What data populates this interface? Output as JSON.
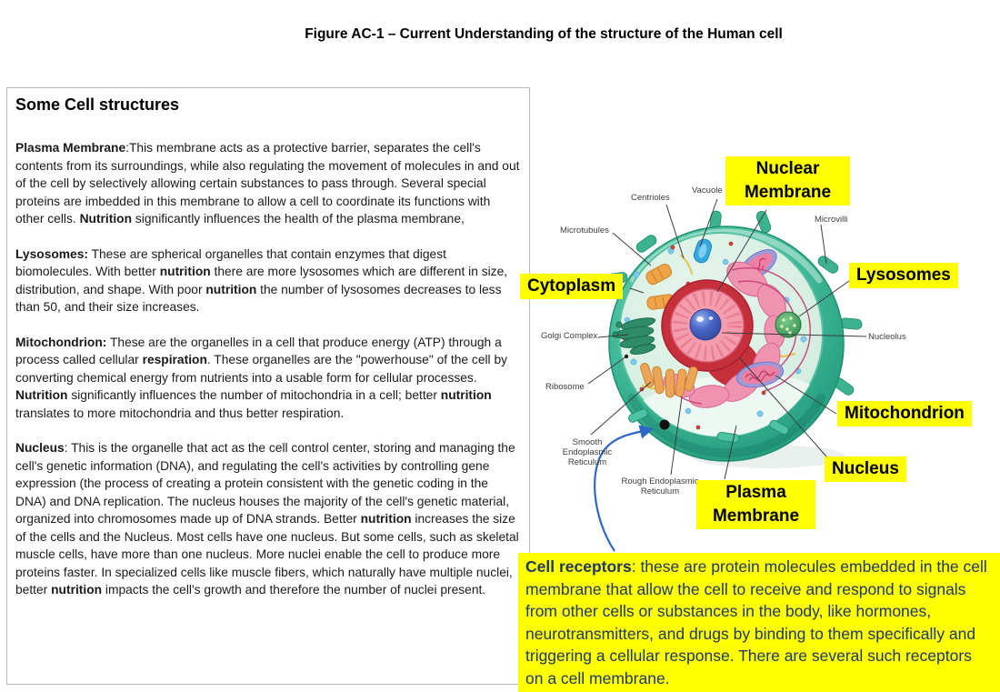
{
  "title": "Figure AC-1 – Current Understanding of the structure of the Human cell",
  "colors": {
    "highlight_yellow": "#ffff00",
    "receptor_text_blue": "#1f3864",
    "membrane_teal": "#3db795",
    "cytoplasm_mint": "#d9efe2",
    "arrow_blue": "#2f67c9",
    "leader_line_gray": "#3d3d3d"
  },
  "panel": {
    "heading": "Some Cell structures",
    "paragraphs": [
      {
        "id": "plasma-membrane",
        "segments": [
          [
            "Plasma Membrane",
            true
          ],
          [
            ":This membrane acts as a protective barrier, separates the cell's contents from its surroundings, while also regulating the movement of molecules in and out of the cell by selectively allowing certain substances to pass through. Several special proteins are imbedded in this membrane to allow a cell to coordinate its functions with other cells. ",
            false
          ],
          [
            "Nutrition",
            true
          ],
          [
            " significantly influences the health of the plasma membrane,",
            false
          ]
        ]
      },
      {
        "id": "lysosomes",
        "segments": [
          [
            "Lysosomes:",
            true
          ],
          [
            " These are spherical organelles that contain  enzymes that digest biomolecules. With better ",
            false
          ],
          [
            "nutrition",
            true
          ],
          [
            " there are more lysosomes which are different in size, distribution, and shape. With poor ",
            false
          ],
          [
            "nutrition",
            true
          ],
          [
            " the number of lysosomes decreases to less than 50, and their size increases.",
            false
          ]
        ]
      },
      {
        "id": "mitochondrion",
        "segments": [
          [
            "Mitochondrion:",
            true
          ],
          [
            " These are the organelles in a cell that produce energy (ATP) through a process called cellular ",
            false
          ],
          [
            "respiration",
            true
          ],
          [
            ". These organelles are the \"powerhouse\" of the cell by converting chemical energy from nutrients into a usable form for cellular processes. ",
            false
          ],
          [
            "Nutrition",
            true
          ],
          [
            " significantly influences the number of mitochondria in a cell;  better ",
            false
          ],
          [
            "nutrition",
            true
          ],
          [
            " translates to more mitochondria and thus better respiration.",
            false
          ]
        ]
      },
      {
        "id": "nucleus",
        "segments": [
          [
            "Nucleus",
            true
          ],
          [
            ": This is the organelle that act as the cell control center, storing and managing the cell's genetic information (DNA), and regulating the cell's activities by controlling gene expression (the process of creating a protein consistent with the genetic coding in the DNA)  and DNA replication. The nucleus houses the majority of the cell's genetic material, organized into chromosomes made up of DNA strands. Better ",
            false
          ],
          [
            "nutrition",
            true
          ],
          [
            " increases the size of the cells and the Nucleus. Most cells have one nucleus. But some cells, such as skeletal muscle cells, have more than one nucleus.  More nuclei enable the cell to produce more proteins faster. In specialized cells like muscle fibers, which naturally have multiple nuclei, better ",
            false
          ],
          [
            "nutrition",
            true
          ],
          [
            " impacts the cell's growth and therefore the number of nuclei present.",
            false
          ]
        ]
      }
    ]
  },
  "diagram": {
    "highlight_labels": {
      "nuclear_membrane": "Nuclear\nMembrane",
      "cytoplasm": "Cytoplasm",
      "lysosomes": "Lysosomes",
      "mitochondrion": "Mitochondrion",
      "nucleus": "Nucleus",
      "plasma_membrane": "Plasma\nMembrane"
    },
    "part_labels": {
      "microtubules": "Microtubules",
      "centrioles": "Centrioles",
      "vacuole": "Vacuole",
      "microvilli": "Microvilli",
      "golgi_complex": "Golgi Complex",
      "nucleolus": "Nucleolus",
      "ribosome": "Ribosome",
      "smooth_er": "Smooth\nEndoplasmic\nReticulum",
      "rough_er": "Rough Endoplasmic\nReticulum"
    }
  },
  "receptor_note": {
    "segments": [
      [
        "Cell receptors",
        true
      ],
      [
        ": these are protein molecules embedded in the cell membrane that allow the cell to receive and respond to signals from other cells or substances in the body, like hormones, neurotransmitters, and drugs by binding to them specifically and triggering a cellular response. There are several such receptors on a cell membrane.",
        false
      ]
    ]
  }
}
